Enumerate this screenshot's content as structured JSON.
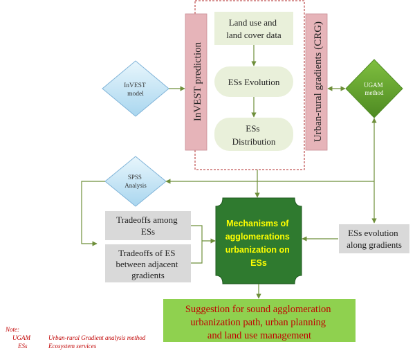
{
  "nodes": {
    "lulc": [
      "Land use and",
      "land cover data"
    ],
    "evolution": "ESs  Evolution",
    "distribution": [
      "ESs",
      "Distribution"
    ],
    "invest_bar": "InVEST  prediction",
    "crg_bar": "Urban-rural gradients (CRG)",
    "invest_model": [
      "InVEST",
      "model"
    ],
    "ugam": [
      "UGAM",
      "method"
    ],
    "spss": [
      "SPSS",
      "Analysis"
    ],
    "tradeoffs_among": [
      "Tradeoffs  among",
      "ESs"
    ],
    "tradeoffs_adjacent": [
      "Tradeoffs of ES",
      "between adjacent",
      "gradients"
    ],
    "mechanisms": [
      "Mechanisms of",
      "agglomerations",
      "urbanization on",
      "ESs"
    ],
    "evolution_gradients": [
      "ESs evolution",
      "along gradients"
    ],
    "suggestion": [
      "Suggestion for sound agglomeration",
      "urbanization path, urban planning",
      "and land use management"
    ]
  },
  "note": {
    "title": "Note:",
    "items": [
      {
        "abbr": "UGAM",
        "desc": "Urban-rural Gradient analysis method"
      },
      {
        "abbr": "ESs",
        "desc": "Ecosystem services"
      }
    ]
  },
  "colors": {
    "arrow": "#6e8f3a",
    "bar_fill": "#e6b4b9",
    "bar_stroke": "#c98d93",
    "dashed_border": "#b02a2a",
    "box_fill": "#e9f0da",
    "gray_fill": "#d9d9d9",
    "center_fill": "#2f7a2f",
    "center_text": "#ffff00",
    "green_fill": "#8fd14f",
    "suggestion_text": "#c00000",
    "diamond_fill": "#cfeaf6",
    "diamond_stroke": "#7fb3d8",
    "ugam_fill": "#5e9a2a",
    "note_text": "#c00000"
  }
}
